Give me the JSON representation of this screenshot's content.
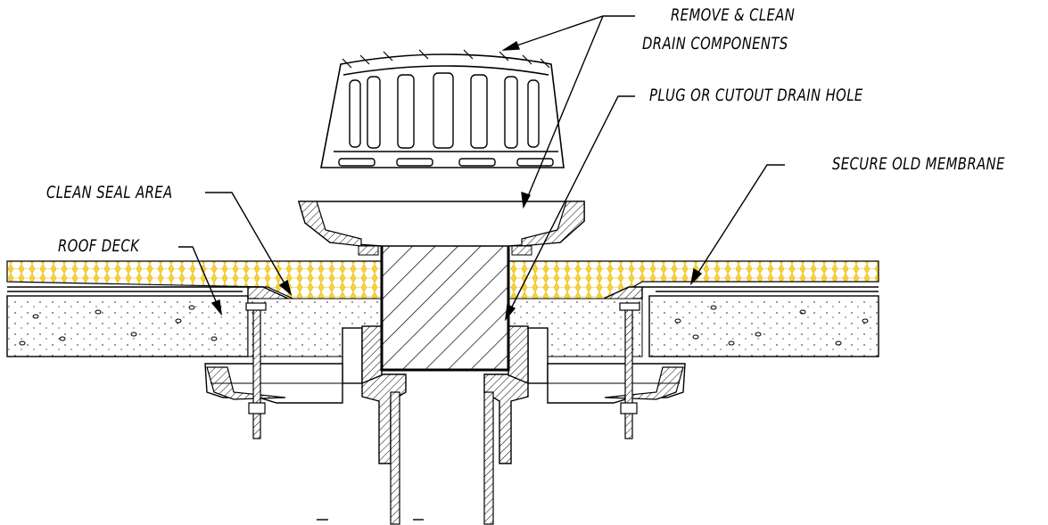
{
  "labels": {
    "remove_clean_line1": "REMOVE & CLEAN",
    "remove_clean_line2": "DRAIN COMPONENTS",
    "plug_cutout": "PLUG OR CUTOUT DRAIN HOLE",
    "secure_membrane": "SECURE OLD MEMBRANE",
    "clean_seal": "CLEAN SEAL AREA",
    "roof_deck": "ROOF DECK"
  },
  "colors": {
    "insulation_fill": "#f7d23e",
    "insulation_hex": "#ffffff",
    "line": "#000000",
    "background": "#ffffff"
  },
  "components": [
    "drain-dome",
    "drain-clamp-ring",
    "drain-plug",
    "insulation-layer",
    "old-membrane",
    "concrete-roof-deck",
    "drain-body",
    "underdeck-clamp",
    "anchor-bolt",
    "drain-pipe"
  ]
}
